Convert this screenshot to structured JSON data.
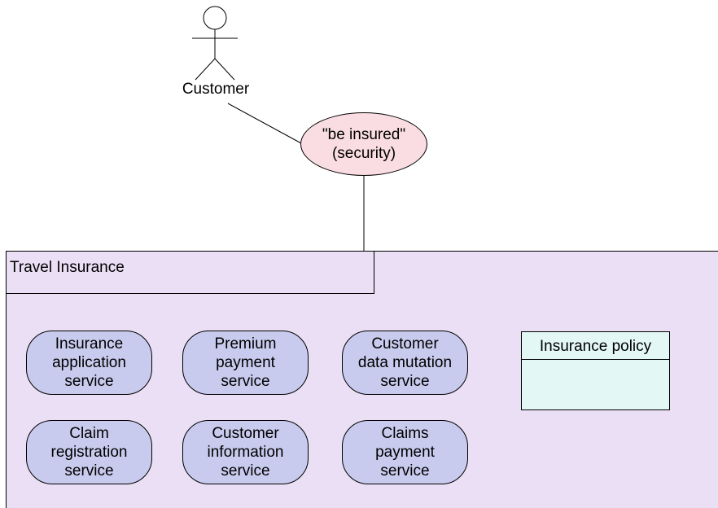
{
  "actor": {
    "label": "Customer",
    "icon": "stick-figure-icon"
  },
  "value": {
    "line1": "\"be insured\"",
    "line2": "(security)",
    "fill": "#fadde3"
  },
  "package": {
    "title": "Travel Insurance",
    "fill": "#ebdff5"
  },
  "services": [
    {
      "line1": "Insurance",
      "line2": "application",
      "line3": "service"
    },
    {
      "line1": "Premium",
      "line2": "payment",
      "line3": "service"
    },
    {
      "line1": "Customer",
      "line2": "data mutation",
      "line3": "service"
    },
    {
      "line1": "Claim",
      "line2": "registration",
      "line3": "service"
    },
    {
      "line1": "Customer",
      "line2": "information",
      "line3": "service"
    },
    {
      "line1": "Claims",
      "line2": "payment",
      "line3": "service"
    }
  ],
  "service_fill": "#c9cbee",
  "object": {
    "title": "Insurance policy",
    "fill": "#e3f8f5"
  }
}
